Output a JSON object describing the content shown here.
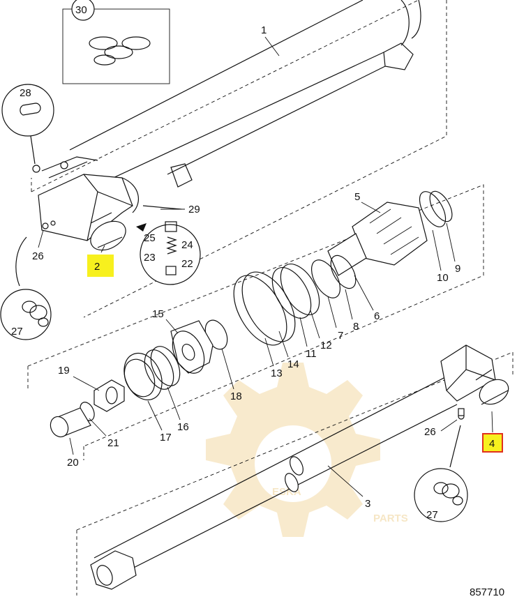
{
  "watermark": {
    "brand": "ESKA",
    "sub": "PARTS",
    "color": "#f3d9a4"
  },
  "drawing_number": "857710",
  "highlights": {
    "yellow": "#f7f01e",
    "red_border": "#e0301e"
  },
  "callouts": {
    "c1": "1",
    "c2": "2",
    "c3": "3",
    "c4": "4",
    "c5": "5",
    "c6": "6",
    "c7": "7",
    "c8": "8",
    "c9": "9",
    "c10": "10",
    "c11": "11",
    "c12": "12",
    "c13": "13",
    "c14": "14",
    "c15": "15",
    "c16": "16",
    "c17": "17",
    "c18": "18",
    "c19": "19",
    "c20": "20",
    "c21": "21",
    "c22": "22",
    "c23": "23",
    "c24": "24",
    "c25": "25",
    "c26a": "26",
    "c26b": "26",
    "c27a": "27",
    "c27b": "27",
    "c28": "28",
    "c29": "29",
    "c30": "30"
  }
}
